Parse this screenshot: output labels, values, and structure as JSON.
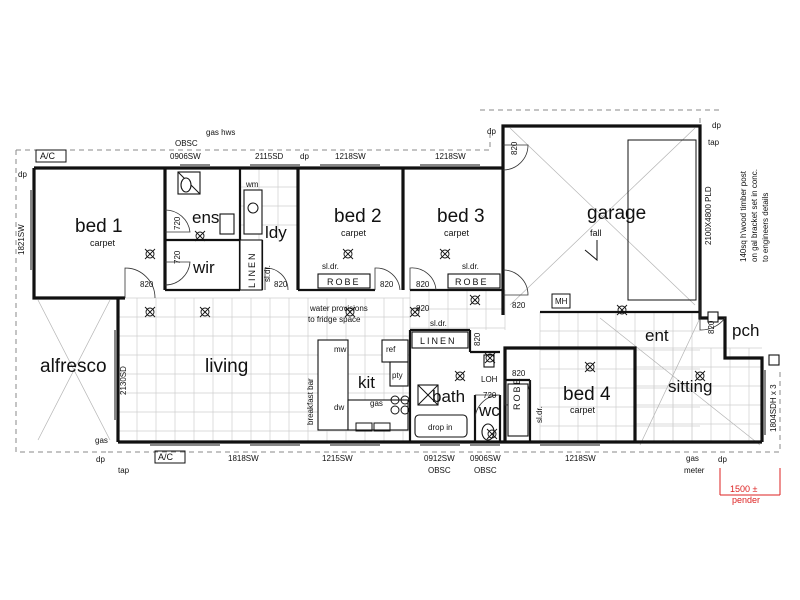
{
  "rooms": {
    "bed1": "bed 1",
    "bed1_floor": "carpet",
    "ens": "ens",
    "wir": "wir",
    "ldy": "ldy",
    "bed2": "bed 2",
    "bed2_floor": "carpet",
    "bed3": "bed 3",
    "bed3_floor": "carpet",
    "garage": "garage",
    "garage_fall": "fall",
    "alfresco": "alfresco",
    "living": "living",
    "kit": "kit",
    "bath": "bath",
    "wc": "wc",
    "ent": "ent",
    "pch": "pch",
    "sitting": "sitting",
    "bed4": "bed 4",
    "bed4_floor": "carpet"
  },
  "fixtures": {
    "robe_bed2": "ROBE",
    "robe_bed3": "ROBE",
    "robe_bed4": "ROBE",
    "linen_ldy": "LINEN",
    "linen_hall": "LINEN",
    "sldr_bed2": "sl.dr.",
    "sldr_bed3": "sl.dr.",
    "sldr_hall": "sl.dr.",
    "sldr_bed4": "sl.dr.",
    "sldr_ldy": "sl.dr.",
    "wm": "wm",
    "ref": "ref",
    "pty": "pty",
    "mw": "mw",
    "dw": "dw",
    "gas_kit": "gas",
    "loh": "LOH",
    "mh": "MH",
    "drop_in": "drop in",
    "breakfast_bar": "breakfast bar",
    "water_note_1": "water provisions",
    "water_note_2": "to fridge space"
  },
  "doors": {
    "d_bed1": "820",
    "d_ens": "720",
    "d_wir": "720",
    "d_ldy": "820",
    "d_bed2": "820",
    "d_bed3": "820",
    "d_hall": "820",
    "d_garage_top": "820",
    "d_garage": "820",
    "d_ent": "820",
    "d_bath": "820",
    "d_wc": "720",
    "d_bed4": "820"
  },
  "windows_top": {
    "ac": "A/C",
    "obsc": "OBSC",
    "w1": "0906SW",
    "gas_hws": "gas hws",
    "w2": "2115SD",
    "dp": "dp",
    "w3": "1218SW",
    "w4": "1218SW"
  },
  "windows_bottom": {
    "ac": "A/C",
    "w1": "1818SW",
    "w2": "1215SW",
    "w3": "0912SW",
    "w4": "0906SW",
    "obsc1": "OBSC",
    "obsc2": "OBSC",
    "w5": "1218SW",
    "gas": "gas",
    "meter": "meter"
  },
  "side_labels": {
    "left_window": "1821SW",
    "alfresco_door": "2130SD",
    "garage_door": "2100X4800 PLD",
    "sitting_window": "1804SDH x 3",
    "post_1": "140sq h'wood timber post",
    "post_2": "on gal bracket set in conc.",
    "post_3": "to engineers details"
  },
  "services": {
    "dp": "dp",
    "tap": "tap",
    "gas": "gas"
  },
  "dimension": {
    "setback": "1500 ±",
    "setback_note": "pender"
  }
}
